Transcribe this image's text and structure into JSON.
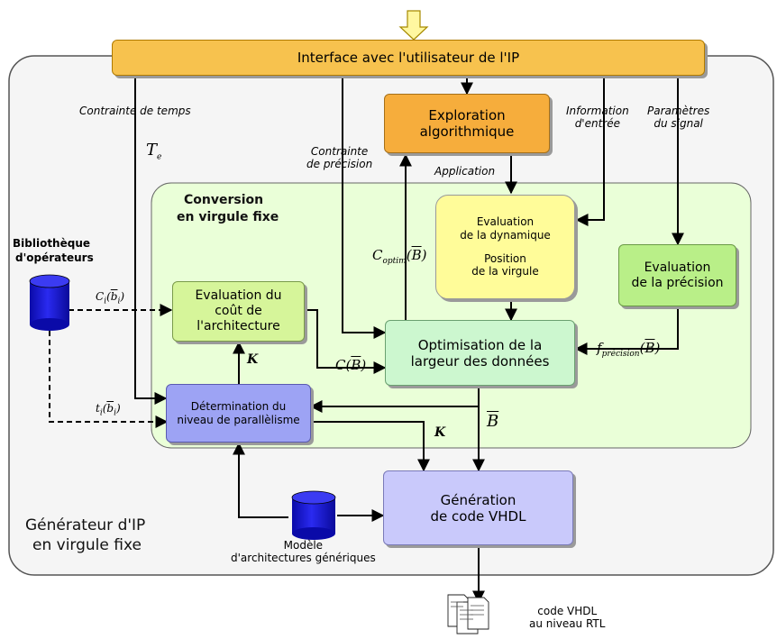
{
  "interface": {
    "label": "Interface avec l'utilisateur de l'IP"
  },
  "exploration": {
    "line1": "Exploration",
    "line2": "algorithmique"
  },
  "dynamique": {
    "line1": "Evaluation",
    "line2": "de la dynamique",
    "line3": "Position",
    "line4": "de la virgule"
  },
  "precision_box": {
    "line1": "Evaluation",
    "line2": "de la précision"
  },
  "cout": {
    "line1": "Evaluation du",
    "line2": "coût de",
    "line3": "l'architecture"
  },
  "optimisation": {
    "line1": "Optimisation de la",
    "line2": "largeur des données"
  },
  "parallelisme": {
    "line1": "Détermination du",
    "line2": "niveau de parallèlisme"
  },
  "vhdl_gen": {
    "line1": "Génération",
    "line2": "de code VHDL"
  },
  "conversion": {
    "line1": "Conversion",
    "line2": "en virgule fixe"
  },
  "generator": {
    "line1": "Générateur d'IP",
    "line2": "en virgule fixe"
  },
  "library": {
    "line1": "Bibliothèque",
    "line2": "d'opérateurs"
  },
  "model": {
    "line1": "Modèle",
    "line2": "d'architectures génériques"
  },
  "output": {
    "line1": "code VHDL",
    "line2": "au niveau RTL"
  },
  "labels": {
    "contrainte_temps": "Contrainte de temps",
    "contrainte_precision_1": "Contrainte",
    "contrainte_precision_2": "de précision",
    "information_1": "Information",
    "information_2": "d'entrée",
    "parametres_1": "Paramètres",
    "parametres_2": "du signal",
    "application": "Application"
  },
  "math": {
    "te": "T",
    "te_sub": "e",
    "ci": "C",
    "ci_sub": "i",
    "bi": "b",
    "bi_sub": "i",
    "ti": "t",
    "ti_sub": "i",
    "c_optim": "C",
    "c_optim_sub": "optim",
    "c_b": "C",
    "b": "B",
    "f": "f",
    "f_sub": "précision",
    "k": "K"
  },
  "colors": {
    "interface": "#f7c24e",
    "exploration": "#f6ad3c",
    "dynamique": "#fffc99",
    "green_box": "#b9ef88",
    "cout": "#d6f59a",
    "optimisation": "#ccf7cf",
    "parallelisme": "#9da3f4",
    "vhdl_gen": "#c9c9fb",
    "conversion_bg": "#eaffd8",
    "generator_bg": "#f5f5f5",
    "cylinder": "#1a1ad6"
  }
}
